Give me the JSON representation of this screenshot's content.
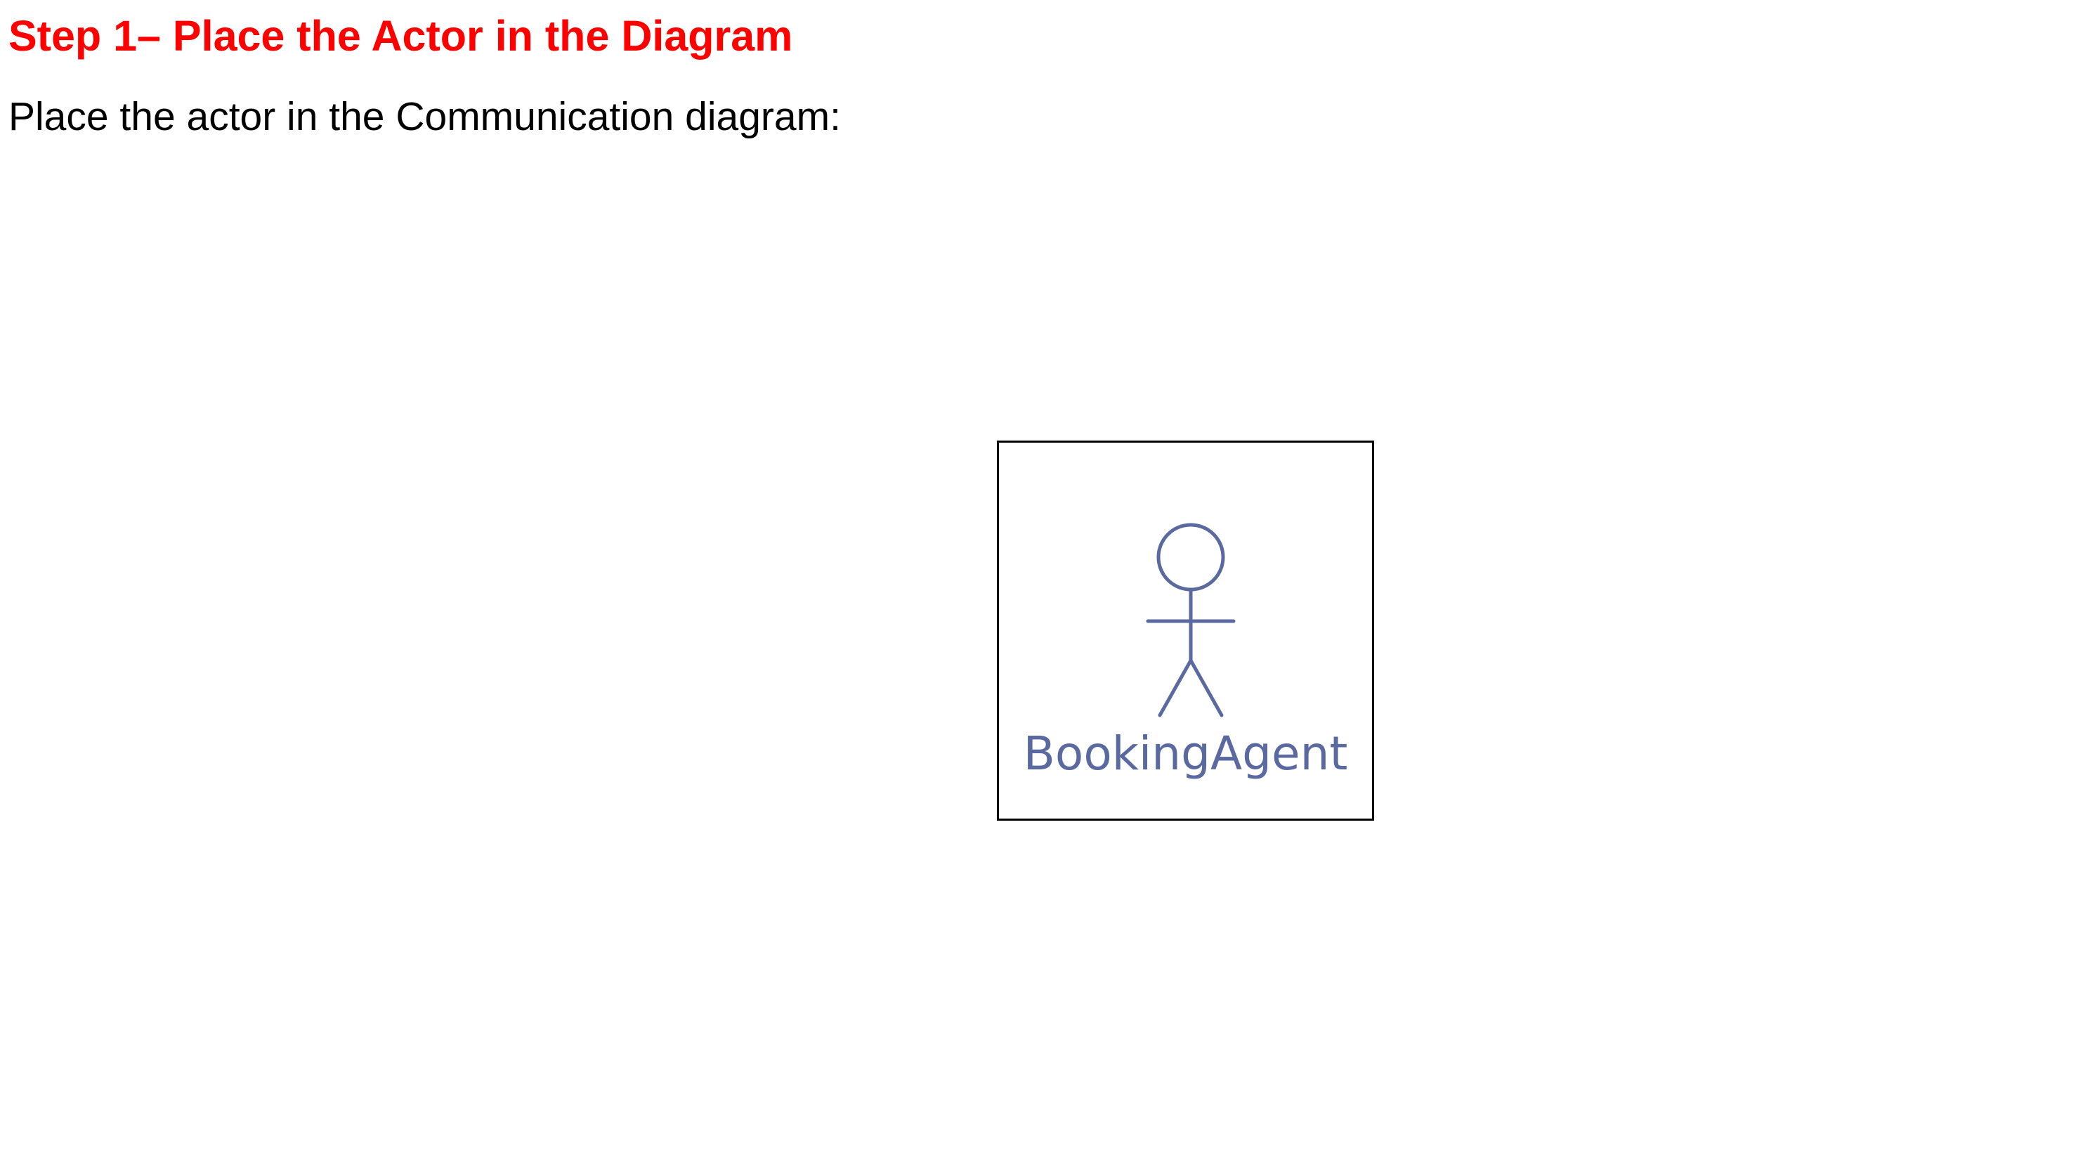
{
  "document": {
    "heading": "Step 1– Place the Actor in the Diagram",
    "instruction": "Place the actor in the Communication diagram:"
  },
  "figure": {
    "actor": {
      "icon": "stick-figure-actor-icon",
      "label": "BookingAgent"
    }
  },
  "colors": {
    "heading": "#ff0000",
    "body_text": "#000000",
    "actor": "#5a6aa0",
    "figure_border": "#000000"
  }
}
